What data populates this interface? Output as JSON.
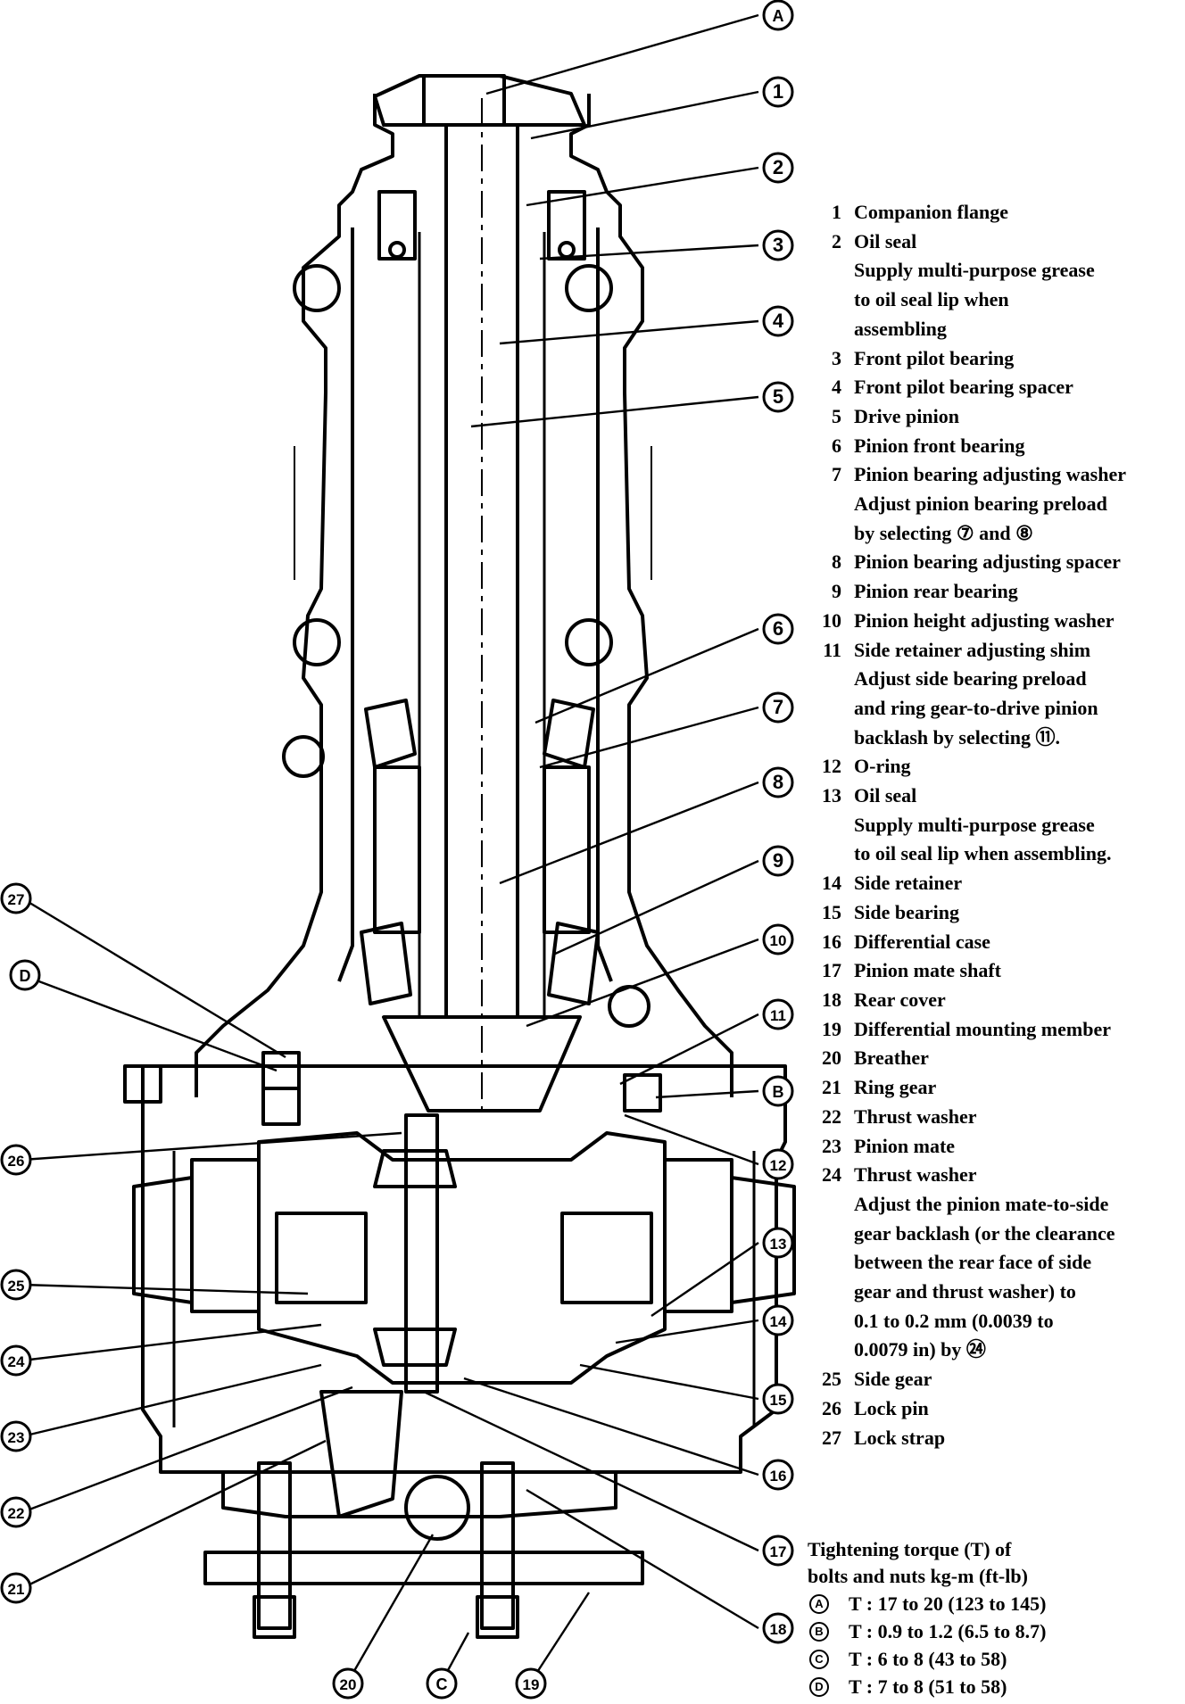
{
  "callouts": [
    {
      "label": "A"
    },
    {
      "label": "1"
    },
    {
      "label": "2"
    },
    {
      "label": "3"
    },
    {
      "label": "4"
    },
    {
      "label": "5"
    },
    {
      "label": "6"
    },
    {
      "label": "7"
    },
    {
      "label": "8"
    },
    {
      "label": "9"
    },
    {
      "label": "10"
    },
    {
      "label": "11"
    },
    {
      "label": "B"
    },
    {
      "label": "12"
    },
    {
      "label": "13"
    },
    {
      "label": "14"
    },
    {
      "label": "15"
    },
    {
      "label": "16"
    },
    {
      "label": "17"
    },
    {
      "label": "18"
    },
    {
      "label": "19"
    },
    {
      "label": "C"
    },
    {
      "label": "20"
    },
    {
      "label": "21"
    },
    {
      "label": "22"
    },
    {
      "label": "23"
    },
    {
      "label": "24"
    },
    {
      "label": "25"
    },
    {
      "label": "26"
    },
    {
      "label": "D"
    },
    {
      "label": "27"
    }
  ],
  "legend": [
    {
      "num": "1",
      "label": "Companion flange"
    },
    {
      "num": "2",
      "label": "Oil seal",
      "notes": [
        "Supply multi-purpose grease",
        "to oil seal lip when",
        "assembling"
      ]
    },
    {
      "num": "3",
      "label": "Front pilot bearing"
    },
    {
      "num": "4",
      "label": "Front pilot bearing spacer"
    },
    {
      "num": "5",
      "label": "Drive pinion"
    },
    {
      "num": "6",
      "label": "Pinion front bearing"
    },
    {
      "num": "7",
      "label": "Pinion bearing adjusting washer",
      "notes": [
        "Adjust pinion bearing preload",
        "by selecting ⑦ and ⑧"
      ]
    },
    {
      "num": "8",
      "label": "Pinion bearing adjusting spacer"
    },
    {
      "num": "9",
      "label": "Pinion rear bearing"
    },
    {
      "num": "10",
      "label": "Pinion height adjusting washer"
    },
    {
      "num": "11",
      "label": "Side retainer adjusting shim",
      "notes": [
        "Adjust side bearing preload",
        "and ring gear-to-drive pinion",
        "backlash by selecting ⑪."
      ]
    },
    {
      "num": "12",
      "label": "O-ring"
    },
    {
      "num": "13",
      "label": "Oil seal",
      "notes": [
        "Supply multi-purpose grease",
        "to oil seal lip when assembling."
      ]
    },
    {
      "num": "14",
      "label": "Side retainer"
    },
    {
      "num": "15",
      "label": "Side bearing"
    },
    {
      "num": "16",
      "label": "Differential case"
    },
    {
      "num": "17",
      "label": "Pinion mate shaft"
    },
    {
      "num": "18",
      "label": "Rear cover"
    },
    {
      "num": "19",
      "label": "Differential mounting member"
    },
    {
      "num": "20",
      "label": "Breather"
    },
    {
      "num": "21",
      "label": "Ring gear"
    },
    {
      "num": "22",
      "label": "Thrust washer"
    },
    {
      "num": "23",
      "label": "Pinion mate"
    },
    {
      "num": "24",
      "label": "Thrust washer",
      "notes": [
        "Adjust the pinion mate-to-side",
        "gear backlash (or the clearance",
        "between the rear face of side",
        "gear and thrust washer) to",
        "0.1 to 0.2 mm (0.0039 to",
        "0.0079 in) by ㉔"
      ]
    },
    {
      "num": "25",
      "label": "Side gear"
    },
    {
      "num": "26",
      "label": "Lock pin"
    },
    {
      "num": "27",
      "label": "Lock strap"
    }
  ],
  "torque": {
    "title_line1": "Tightening torque (T) of",
    "title_line2": "bolts and nuts   kg-m (ft-lb)",
    "rows": [
      {
        "key": "A",
        "value": "T : 17 to 20 (123 to 145)"
      },
      {
        "key": "B",
        "value": "T : 0.9 to 1.2 (6.5 to 8.7)"
      },
      {
        "key": "C",
        "value": "T : 6 to 8 (43 to 58)"
      },
      {
        "key": "D",
        "value": "T : 7 to 8 (51 to 58)"
      }
    ]
  }
}
